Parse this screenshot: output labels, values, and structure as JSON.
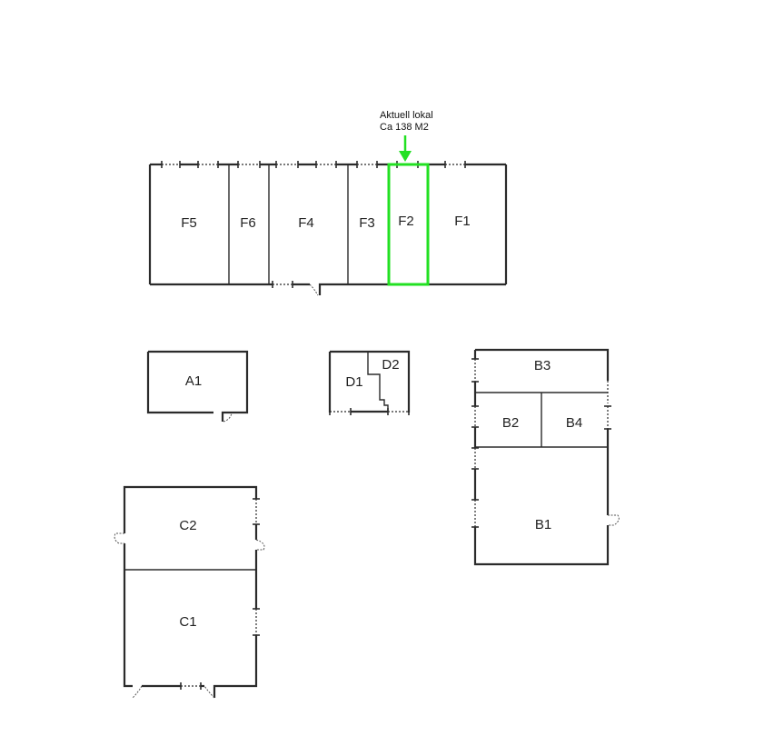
{
  "annotation": {
    "line1": "Aktuell lokal",
    "line2": "Ca 138 M2",
    "arrow_color": "#22e022",
    "highlighted_room": "F2"
  },
  "buildings": {
    "F": {
      "rooms": {
        "F5": "F5",
        "F6": "F6",
        "F4": "F4",
        "F3": "F3",
        "F2": "F2",
        "F1": "F1"
      }
    },
    "A": {
      "rooms": {
        "A1": "A1"
      }
    },
    "D": {
      "rooms": {
        "D1": "D1",
        "D2": "D2"
      }
    },
    "B": {
      "rooms": {
        "B3": "B3",
        "B2": "B2",
        "B4": "B4",
        "B1": "B1"
      }
    },
    "C": {
      "rooms": {
        "C2": "C2",
        "C1": "C1"
      }
    }
  },
  "colors": {
    "walls": "#2b2b2b",
    "highlight": "#22e022",
    "background": "#ffffff"
  }
}
